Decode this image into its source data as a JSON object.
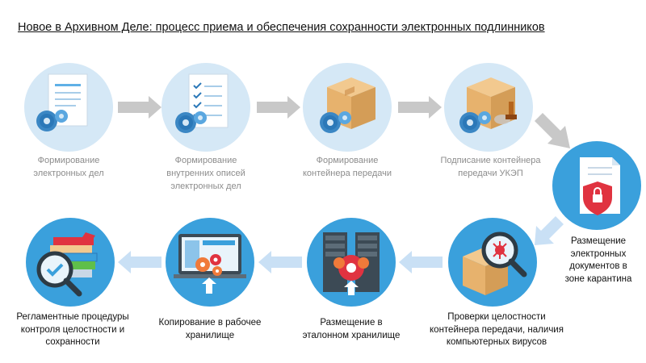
{
  "title": "Новое в Архивном Деле: процесс приема и обеспечения сохранности электронных подлинников",
  "steps": [
    {
      "label": [
        "Формирование",
        "электронных дел"
      ]
    },
    {
      "label": [
        "Формирование",
        "внутренних описей",
        "электронных дел"
      ]
    },
    {
      "label": [
        "Формирование",
        "контейнера передачи"
      ]
    },
    {
      "label": [
        "Подписание контейнера",
        "передачи УКЭП"
      ]
    },
    {
      "label": [
        "Размещение",
        "электронных",
        "документов в",
        "зоне карантина"
      ]
    },
    {
      "label": [
        "Проверки целостности",
        "контейнера передачи, наличия",
        "компьютерных вирусов"
      ]
    },
    {
      "label": [
        "Размещение в",
        "эталонном хранилище"
      ]
    },
    {
      "label": [
        "Копирование в рабочее",
        "хранилище"
      ]
    },
    {
      "label": [
        "Регламентные процедуры",
        "контроля целостности и",
        "сохранности"
      ]
    }
  ],
  "colors": {
    "circle_bright": "#3aa0dc",
    "circle_faded": "#d5e8f6",
    "arrow_grey": "#c8c8c8",
    "arrow_blue": "#c9e0f5",
    "gear": "#2b78b8",
    "box": "#e7b26d"
  },
  "icons": [
    "document-gear-icon",
    "checklist-gear-icon",
    "box-gear-icon",
    "signed-box-icon",
    "shield-lock-icon",
    "magnifier-virus-icon",
    "server-gear-icon",
    "laptop-gear-icon",
    "books-check-icon"
  ]
}
